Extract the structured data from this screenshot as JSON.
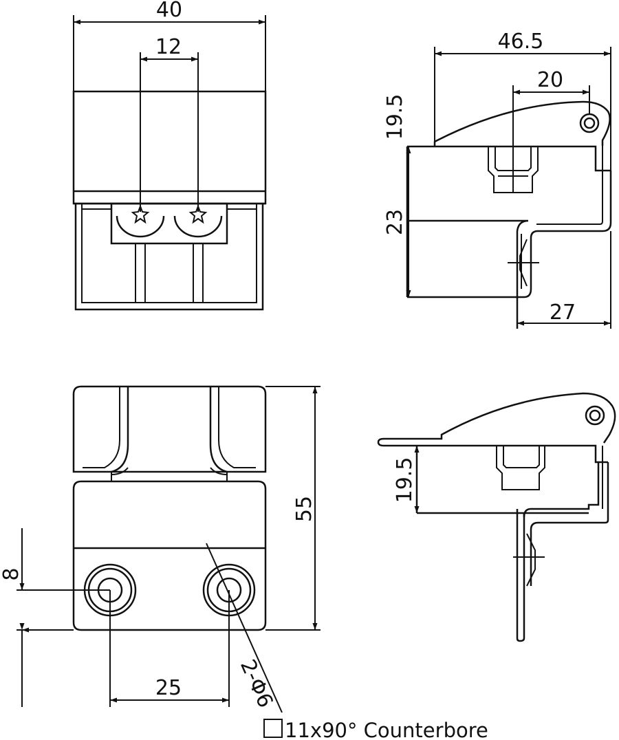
{
  "dimensions": {
    "front_width": "40",
    "screw_spacing": "12",
    "side_length": "46.5",
    "hinge_offset": "20",
    "lever_height": "19.5",
    "body_height": "23",
    "bracket_depth": "27",
    "base_height": "55",
    "hole_height": "8",
    "hole_spacing": "25",
    "hole_callout": "2-Φ6",
    "open_height": "19.5"
  },
  "note": {
    "symbol": "□",
    "text": "11x90° Counterbore"
  }
}
